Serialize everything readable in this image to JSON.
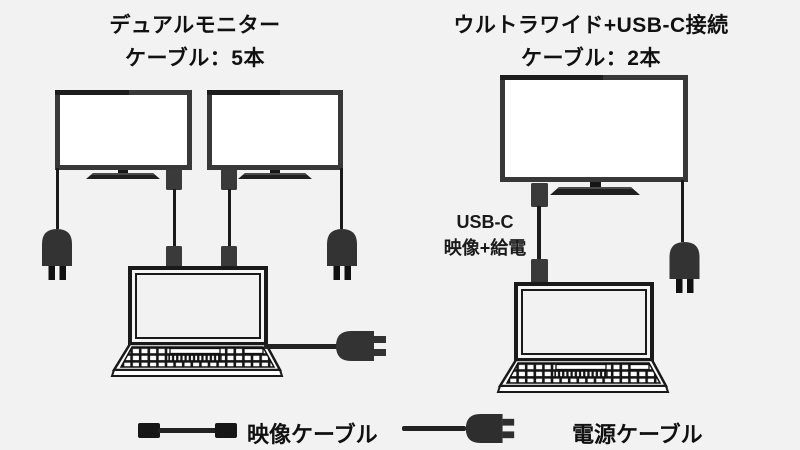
{
  "colors": {
    "background": "#f2f2f2",
    "ink": "#1a1a1a",
    "device_frame": "#383838",
    "connector_gray": "#3a3a3a"
  },
  "left_diagram": {
    "title_line1": "デュアルモニター",
    "title_line2": "ケーブル：5本"
  },
  "right_diagram": {
    "title_line1": "ウルトラワイド+USB-C接続",
    "title_line2": "ケーブル：2本",
    "usbc_label_line1": "USB-C",
    "usbc_label_line2": "映像+給電"
  },
  "legend": {
    "video_cable_label": "映像ケーブル",
    "power_cable_label": "電源ケーブル"
  }
}
